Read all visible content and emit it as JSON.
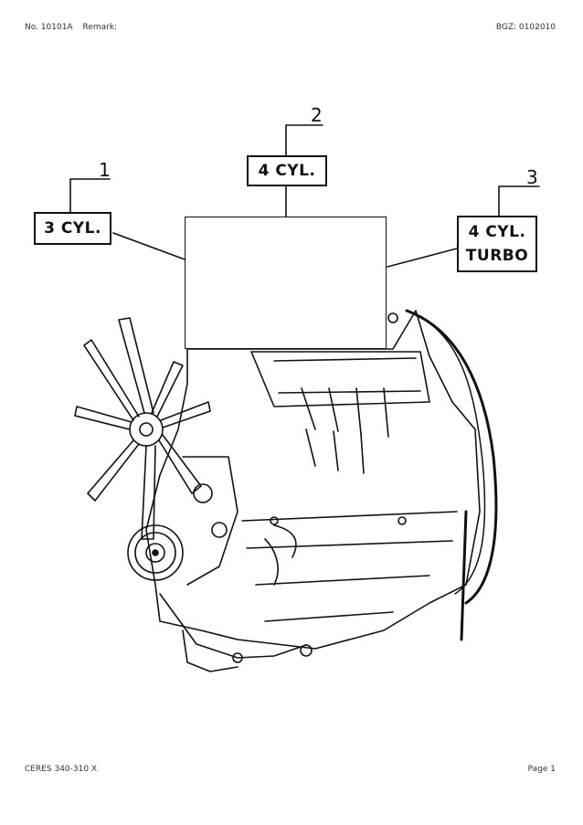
{
  "header": {
    "doc_no": "No. 10101A",
    "remark": "Remark:",
    "bgz": "BGZ: 0102010"
  },
  "callouts": [
    {
      "number": "1",
      "label": "3 CYL."
    },
    {
      "number": "2",
      "label": "4 CYL."
    },
    {
      "number": "3",
      "label_line1": "4 CYL.",
      "label_line2": "TURBO"
    }
  ],
  "footer": {
    "model": "CERES 340-310 X",
    "page": "Page 1"
  }
}
